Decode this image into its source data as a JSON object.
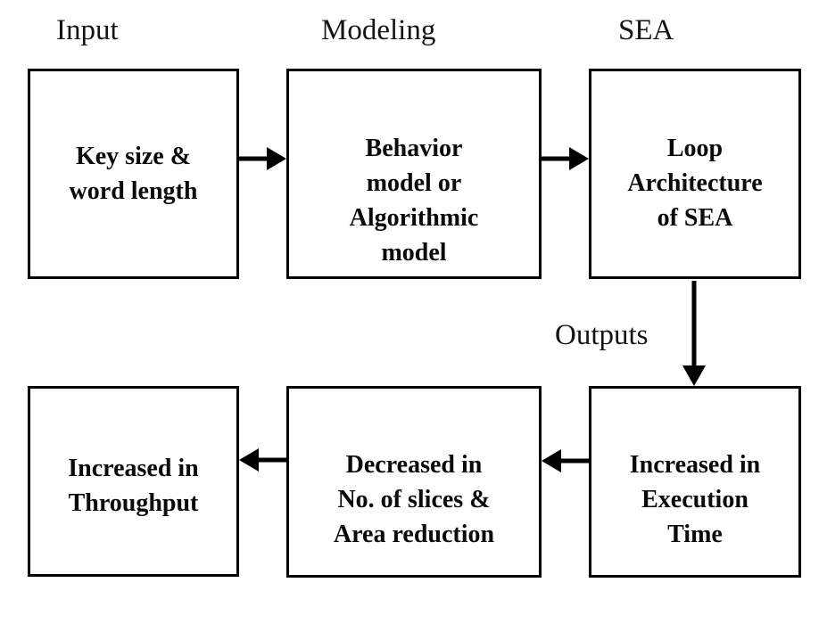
{
  "labels": {
    "input": "Input",
    "modeling": "Modeling",
    "sea": "SEA",
    "outputs": "Outputs"
  },
  "boxes": {
    "input": {
      "lines": [
        "Key size &",
        "word length"
      ]
    },
    "modeling": {
      "lines": [
        "Behavior",
        "model or",
        "Algorithmic",
        "model"
      ]
    },
    "sea": {
      "lines": [
        "Loop",
        "Architecture",
        "of SEA"
      ]
    },
    "throughput": {
      "lines": [
        "Increased in",
        "Throughput"
      ]
    },
    "slices": {
      "lines": [
        "Decreased in",
        "No. of slices &",
        "Area reduction"
      ]
    },
    "execution": {
      "lines": [
        "Increased in",
        "Execution",
        "Time"
      ]
    }
  },
  "arrows": [
    {
      "name": "arrow-input-to-modeling",
      "direction": "right"
    },
    {
      "name": "arrow-modeling-to-sea",
      "direction": "right"
    },
    {
      "name": "arrow-sea-to-execution",
      "direction": "down"
    },
    {
      "name": "arrow-execution-to-slices",
      "direction": "left"
    },
    {
      "name": "arrow-slices-to-throughput",
      "direction": "left"
    }
  ],
  "colors": {
    "background": "#ffffff",
    "stroke": "#000000",
    "text": "#0a0a0a"
  }
}
